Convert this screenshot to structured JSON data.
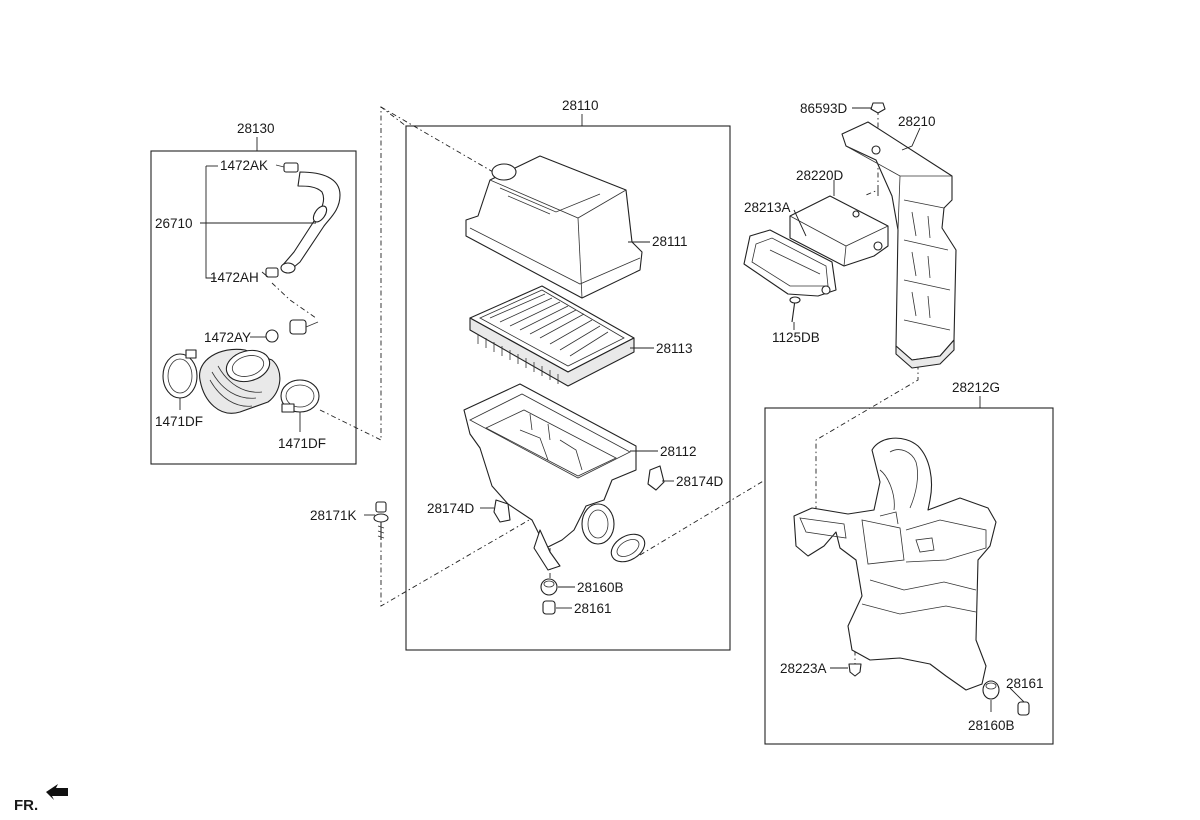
{
  "diagram": {
    "assemblies": {
      "left_box": "28130",
      "center_box": "28110",
      "right_box": "28212G",
      "duct": "28210"
    },
    "labels": {
      "hose_clamp_top": "1472AK",
      "hose": "26710",
      "hose_clamp_bottom": "1472AH",
      "clamp_mid": "1472AY",
      "clamp_left": "1471DF",
      "clamp_right": "1471DF",
      "cover": "28111",
      "element": "28113",
      "body": "28112",
      "clip_right": "28174D",
      "clip_left": "28174D",
      "bolt_left": "28171K",
      "grommet_center": "28160B",
      "pin_center": "28161",
      "bolt_duct": "86593D",
      "bracket": "28220D",
      "intake": "28213A",
      "screw_intake": "1125DB",
      "bolt_resonator": "28223A",
      "pin_right": "28161",
      "grommet_right": "28160B"
    },
    "fr_label": "FR."
  }
}
